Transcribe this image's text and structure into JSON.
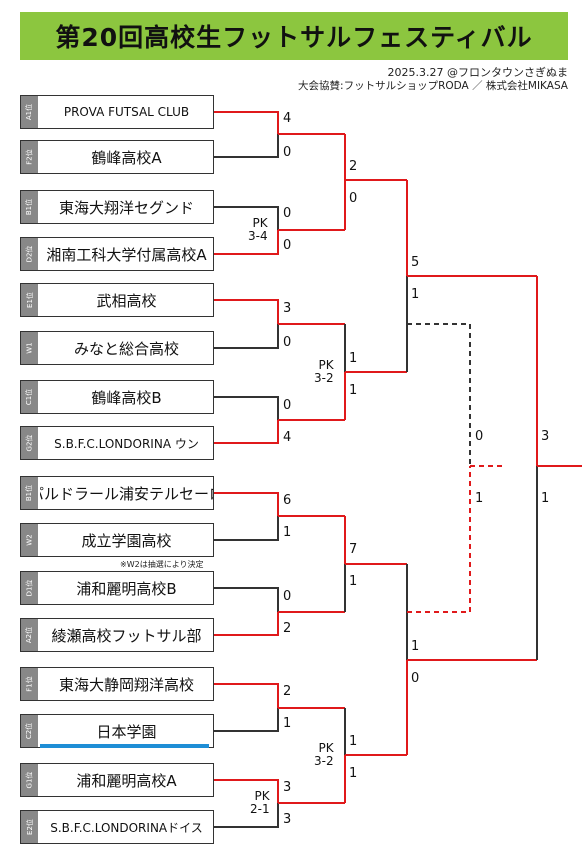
{
  "header": {
    "title": "第20回高校生フットサルフェスティバル",
    "date": "2025.3.27 @フロンタウンさぎぬま",
    "sponsor": "大会協賛:フットサルショップRODA ／ 株式会社MIKASA"
  },
  "note": "※W2は抽選により決定",
  "teams": [
    {
      "seed": "A1位",
      "name": "PROVA FUTSAL CLUB"
    },
    {
      "seed": "F2位",
      "name": "鶴峰高校A"
    },
    {
      "seed": "B1位",
      "name": "東海大翔洋セグンド"
    },
    {
      "seed": "D2位",
      "name": "湘南工科大学付属高校A"
    },
    {
      "seed": "E1位",
      "name": "武相高校"
    },
    {
      "seed": "W1",
      "name": "みなと総合高校"
    },
    {
      "seed": "C1位",
      "name": "鶴峰高校B"
    },
    {
      "seed": "G2位",
      "name": "S.B.F.C.LONDORINA ウン"
    },
    {
      "seed": "B1位",
      "name": "パルドラール浦安テルセーロ"
    },
    {
      "seed": "W2",
      "name": "成立学園高校"
    },
    {
      "seed": "D1位",
      "name": "浦和麗明高校B"
    },
    {
      "seed": "A2位",
      "name": "綾瀬高校フットサル部"
    },
    {
      "seed": "F1位",
      "name": "東海大静岡翔洋高校"
    },
    {
      "seed": "C2位",
      "name": "日本学園"
    },
    {
      "seed": "G1位",
      "name": "浦和麗明高校A"
    },
    {
      "seed": "E2位",
      "name": "S.B.F.C.LONDORINAドイス"
    }
  ],
  "round1": [
    {
      "top": "4",
      "bottom": "0",
      "pk": ""
    },
    {
      "top": "0",
      "bottom": "0",
      "pk": "PK\n3-4"
    },
    {
      "top": "3",
      "bottom": "0",
      "pk": ""
    },
    {
      "top": "0",
      "bottom": "4",
      "pk": ""
    },
    {
      "top": "6",
      "bottom": "1",
      "pk": ""
    },
    {
      "top": "0",
      "bottom": "2",
      "pk": ""
    },
    {
      "top": "2",
      "bottom": "1",
      "pk": ""
    },
    {
      "top": "3",
      "bottom": "3",
      "pk": "PK\n2-1"
    }
  ],
  "round2": [
    {
      "top": "2",
      "bottom": "0",
      "pk": ""
    },
    {
      "top": "1",
      "bottom": "1",
      "pk": "PK\n3-2"
    },
    {
      "top": "7",
      "bottom": "1",
      "pk": ""
    },
    {
      "top": "1",
      "bottom": "1",
      "pk": "PK\n3-2"
    }
  ],
  "semifinal": [
    {
      "top": "5",
      "bottom": "1"
    },
    {
      "top": "1",
      "bottom": "0"
    }
  ],
  "third_place": {
    "top": "0",
    "bottom": "1"
  },
  "final": {
    "top": "3",
    "bottom": "1"
  },
  "colors": {
    "winner_line": "#e0191b",
    "loser_line": "#333333",
    "banner": "#8cc63f",
    "highlight": "#1e8ed6"
  }
}
